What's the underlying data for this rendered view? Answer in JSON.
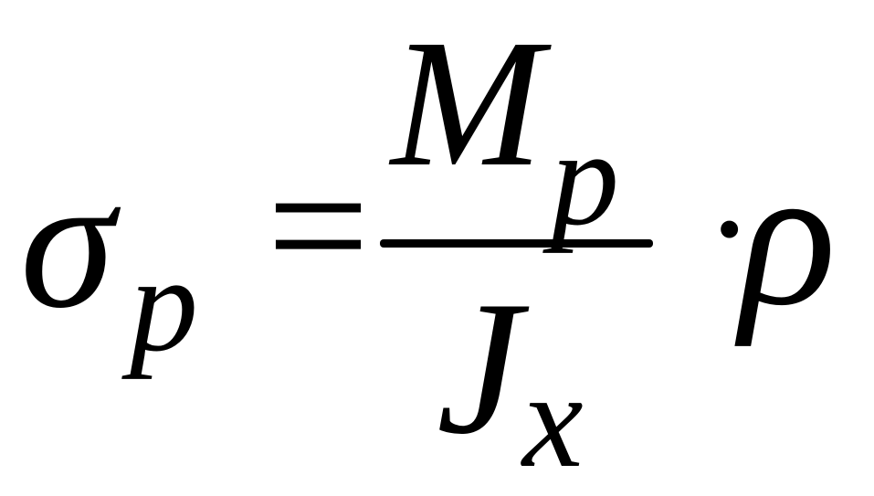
{
  "formula": {
    "lhs": {
      "symbol": "σ",
      "subscript": "p"
    },
    "operator": "=",
    "fraction": {
      "numerator": {
        "symbol": "M",
        "subscript": "p"
      },
      "denominator": {
        "symbol": "J",
        "subscript": "x"
      }
    },
    "multiply": "·",
    "factor": "ρ"
  }
}
